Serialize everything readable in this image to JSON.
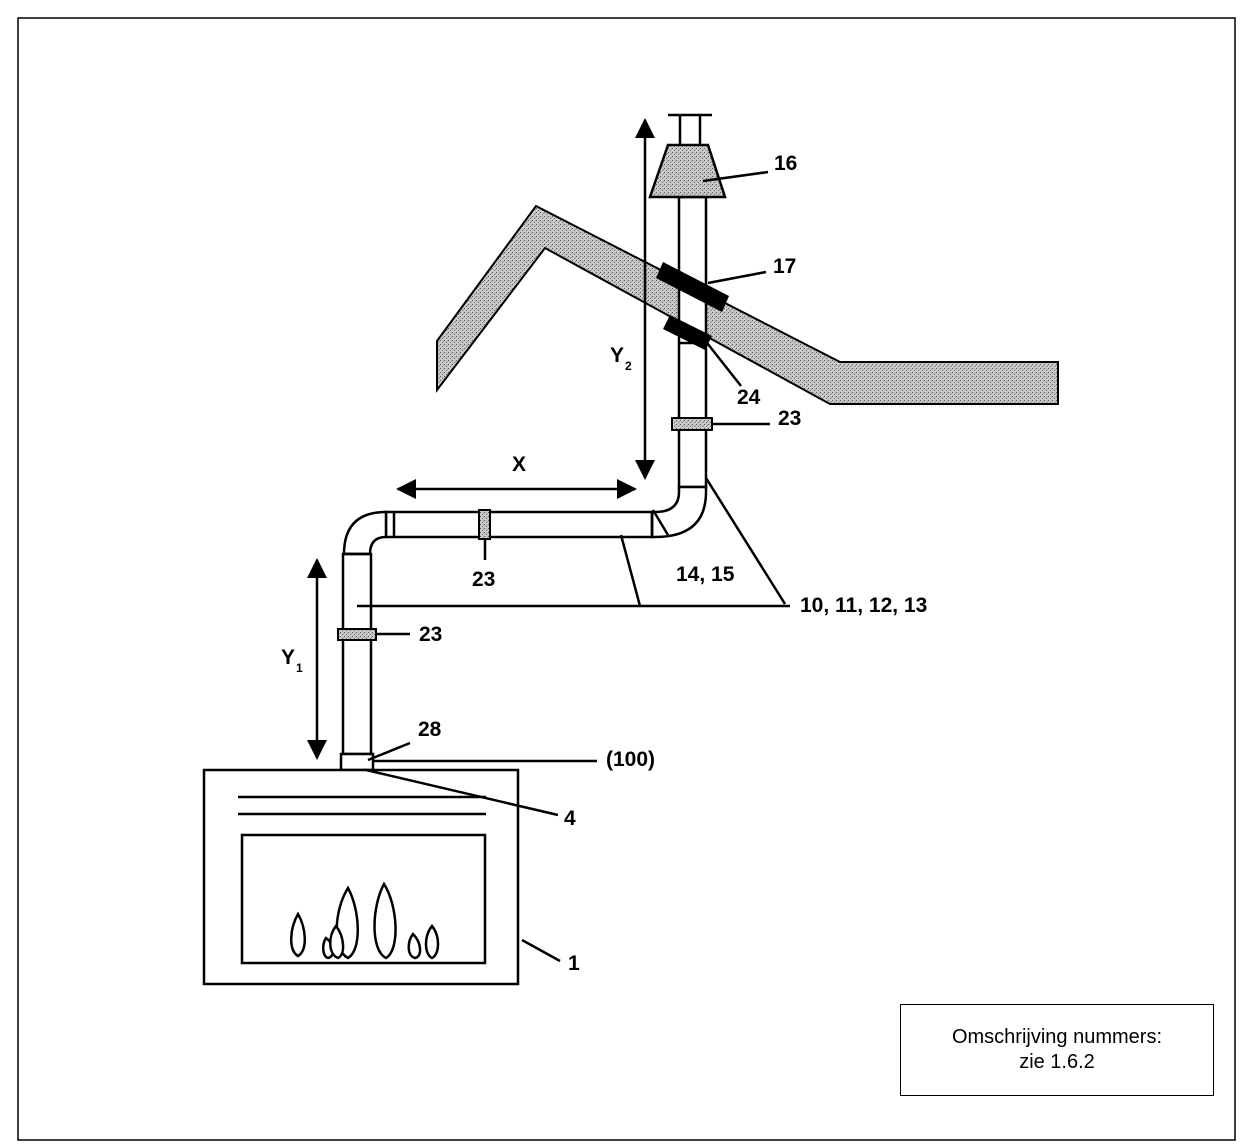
{
  "labels": {
    "hood": "16",
    "roof_collar": "17",
    "roof_flashing": "24",
    "clamp_upper": "23",
    "clamp_horizontal": "23",
    "clamp_lower": "23",
    "elbow": "14, 15",
    "pipes": "10, 11, 12, 13",
    "sensor": "28",
    "outlet": "(100)",
    "connector": "4",
    "fireplace": "1"
  },
  "dimensions": {
    "x": "X",
    "y1_main": "Y",
    "y1_sub": "1",
    "y2_main": "Y",
    "y2_sub": "2"
  },
  "note": {
    "line1": "Omschrijving nummers:",
    "line2": "zie 1.6.2"
  }
}
